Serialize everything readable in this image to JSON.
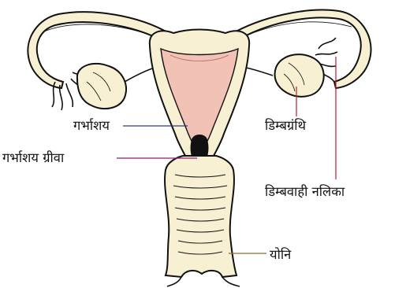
{
  "labels": {
    "uterus": "गर्भाशय",
    "cervix": "गर्भाशय ग्रीवा",
    "ovary": "डिम्बग्रंथि",
    "fallopian_tube": "डिम्बवाही नलिका",
    "vagina": "योनि"
  },
  "colors": {
    "tissue_fill": "#f7f0d2",
    "inner_pink": "#f2c2b6",
    "outline": "#111111",
    "leader_uterus": "#2b3a8c",
    "leader_cervix": "#8a1c7c",
    "leader_ovary": "#b3202a",
    "leader_tube": "#b3202a",
    "leader_vagina": "#8a6d2c"
  }
}
